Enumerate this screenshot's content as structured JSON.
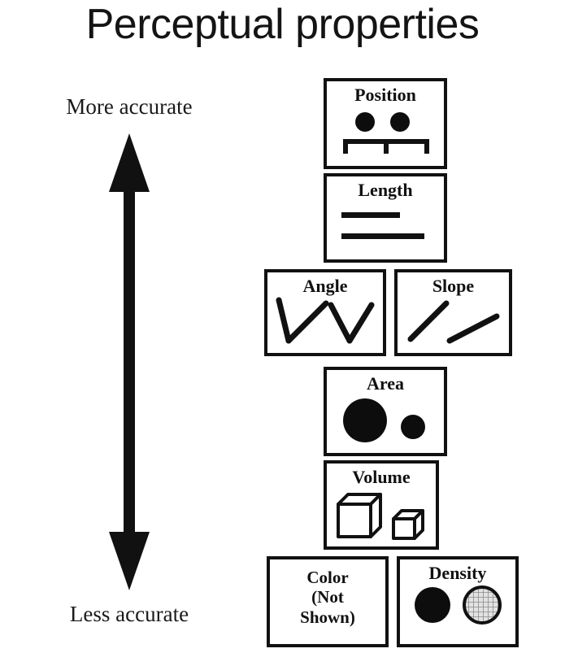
{
  "title": "Perceptual properties",
  "axis": {
    "top_label": "More accurate",
    "bottom_label": "Less accurate",
    "arrow_name": "double-headed-vertical-arrow",
    "color": "#111111"
  },
  "hierarchy": {
    "description": "Ranking of perceptual properties by encoding accuracy, most accurate at top",
    "ranks": [
      {
        "rank": 1,
        "boxes": [
          {
            "label": "Position",
            "glyph": "two-dots-on-common-scale",
            "glyph_items": [
              "dot",
              "dot",
              "baseline-with-ticks"
            ]
          }
        ]
      },
      {
        "rank": 2,
        "boxes": [
          {
            "label": "Length",
            "glyph": "two-horizontal-bars",
            "glyph_items": [
              "short-bar",
              "long-bar"
            ]
          }
        ]
      },
      {
        "rank": 3,
        "boxes": [
          {
            "label": "Angle",
            "glyph": "two-v-shapes",
            "glyph_items": [
              "narrow-v",
              "wide-v"
            ]
          },
          {
            "label": "Slope",
            "glyph": "two-diagonal-lines",
            "glyph_items": [
              "steep-line",
              "shallow-line"
            ]
          }
        ]
      },
      {
        "rank": 4,
        "boxes": [
          {
            "label": "Area",
            "glyph": "two-filled-circles",
            "glyph_items": [
              "large-circle",
              "small-circle"
            ]
          }
        ]
      },
      {
        "rank": 5,
        "boxes": [
          {
            "label": "Volume",
            "glyph": "two-wireframe-cubes",
            "glyph_items": [
              "large-cube",
              "small-cube"
            ]
          }
        ]
      },
      {
        "rank": 6,
        "boxes": [
          {
            "label": "Color\n(Not\nShown)",
            "label_lines": [
              "Color",
              "(Not",
              "Shown)"
            ],
            "glyph": "none"
          },
          {
            "label": "Density",
            "glyph": "two-shaded-circles",
            "glyph_items": [
              "dark-dense-circle",
              "light-hatched-circle"
            ]
          }
        ]
      }
    ]
  },
  "colors": {
    "ink": "#111111",
    "background": "#ffffff",
    "fill_dark": "#0d0d0d",
    "fill_light": "#d8d8d8"
  }
}
